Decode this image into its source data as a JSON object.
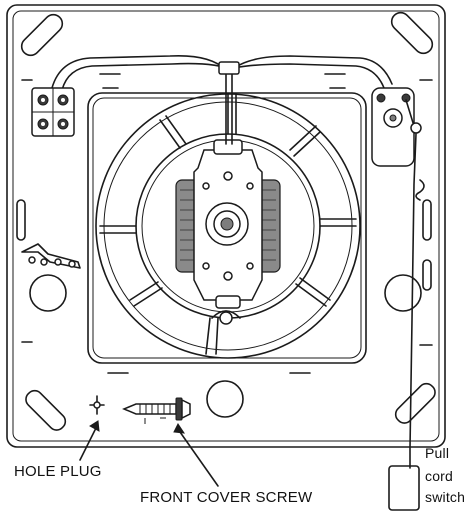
{
  "labels": {
    "hole_plug": "HOLE PLUG",
    "front_cover_screw": "FRONT COVER SCREW",
    "pull_cord_switch_line1": "Pull",
    "pull_cord_switch_line2": "cord",
    "pull_cord_switch_line3": "switch"
  },
  "colors": {
    "ink": "#1b1b1b",
    "background": "#ffffff",
    "coil_shading": "#8a8a8a"
  }
}
